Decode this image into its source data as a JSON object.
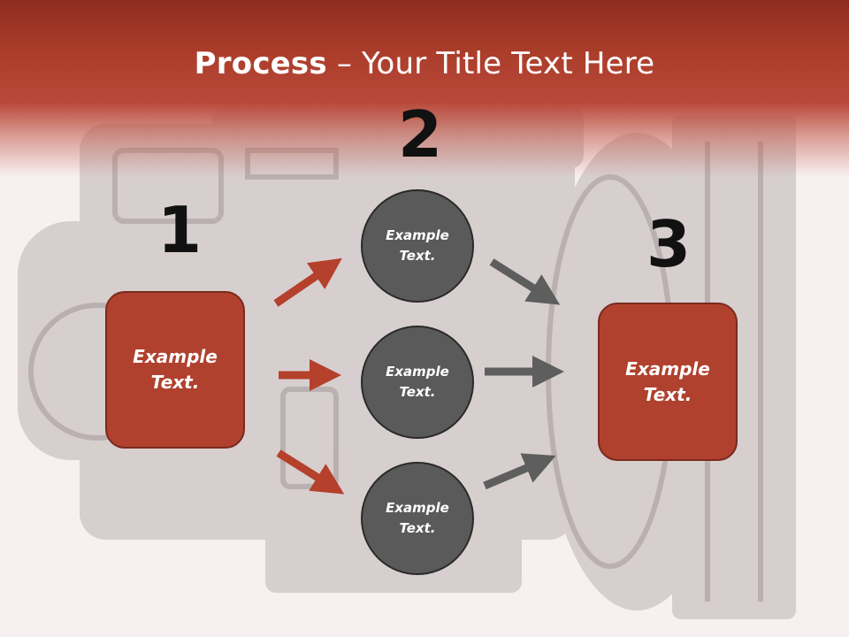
{
  "title": {
    "bold": "Process",
    "dash": " – ",
    "rest": "Your Title Text Here"
  },
  "steps": [
    {
      "number": "1",
      "box_text": "Example\nText."
    },
    {
      "number": "2",
      "circles": [
        "Example\nText.",
        "Example\nText.",
        "Example\nText."
      ]
    },
    {
      "number": "3",
      "box_text": "Example\nText."
    }
  ],
  "colors": {
    "title_band": "#ab3d2a",
    "box_fill": "#b0412e",
    "box_border": "#7a2a1e",
    "circle_fill": "#5a5a5a",
    "red_arrow": "#b5402c",
    "gray_arrow": "#5e5e5e",
    "number_text": "#111111",
    "background": "#f7f0f0"
  },
  "background_image": "faded-engine-photo"
}
